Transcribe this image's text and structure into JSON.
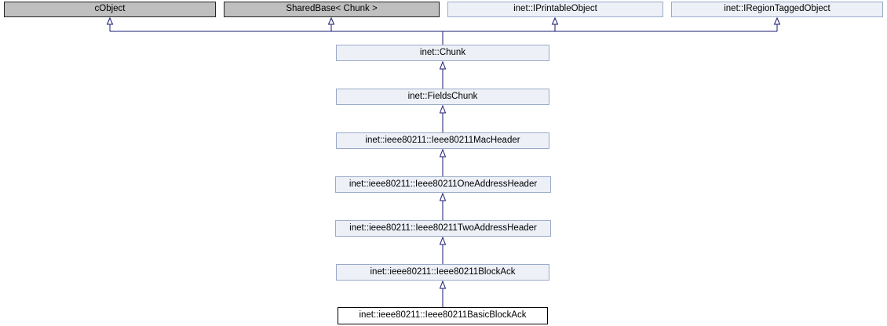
{
  "diagram": {
    "kind": "class-inheritance-graph",
    "nodes": {
      "cobject": {
        "label": "cObject",
        "style": "external"
      },
      "sharedbase": {
        "label": "SharedBase< Chunk >",
        "style": "external"
      },
      "iprintableobject": {
        "label": "inet::IPrintableObject",
        "style": "linked"
      },
      "iregiontaggedobject": {
        "label": "inet::IRegionTaggedObject",
        "style": "linked"
      },
      "chunk": {
        "label": "inet::Chunk",
        "style": "linked"
      },
      "fieldschunk": {
        "label": "inet::FieldsChunk",
        "style": "linked"
      },
      "macheader": {
        "label": "inet::ieee80211::Ieee80211MacHeader",
        "style": "linked"
      },
      "oneaddressheader": {
        "label": "inet::ieee80211::Ieee80211OneAddressHeader",
        "style": "linked"
      },
      "twoaddressheader": {
        "label": "inet::ieee80211::Ieee80211TwoAddressHeader",
        "style": "linked"
      },
      "blockack": {
        "label": "inet::ieee80211::Ieee80211BlockAck",
        "style": "linked"
      },
      "basicblockack": {
        "label": "inet::ieee80211::Ieee80211BasicBlockAck",
        "style": "current"
      }
    },
    "edges": [
      {
        "from": "chunk",
        "to": "cobject"
      },
      {
        "from": "chunk",
        "to": "sharedbase"
      },
      {
        "from": "chunk",
        "to": "iprintableobject"
      },
      {
        "from": "chunk",
        "to": "iregiontaggedobject"
      },
      {
        "from": "fieldschunk",
        "to": "chunk"
      },
      {
        "from": "macheader",
        "to": "fieldschunk"
      },
      {
        "from": "oneaddressheader",
        "to": "macheader"
      },
      {
        "from": "twoaddressheader",
        "to": "oneaddressheader"
      },
      {
        "from": "blockack",
        "to": "twoaddressheader"
      },
      {
        "from": "basicblockack",
        "to": "blockack"
      }
    ],
    "colors": {
      "external_fill": "#bfbfbf",
      "external_border": "#242424",
      "linked_fill": "#edf0f7",
      "linked_border": "#9aabc8",
      "current_fill": "#ffffff",
      "current_border": "#000000",
      "edge": "#191970",
      "text": "#000000"
    }
  }
}
